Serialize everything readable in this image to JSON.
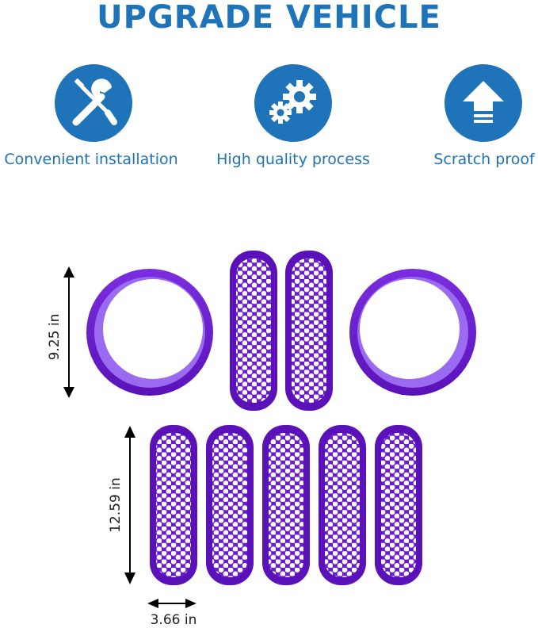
{
  "header": {
    "title": "UPGRADE VEHICLE"
  },
  "features": [
    {
      "icon": "wrench-screwdriver-icon",
      "label": "Convenient installation"
    },
    {
      "icon": "gears-icon",
      "label": "High quality process"
    },
    {
      "icon": "up-arrow-icon",
      "label": "Scratch proof"
    }
  ],
  "dimensions": {
    "ring_height": "9.25 in",
    "grille_height": "12.59 in",
    "grille_width": "3.66 in"
  },
  "colors": {
    "accent_blue": "#1f73b8",
    "product_purple": "#6a1bd1"
  }
}
